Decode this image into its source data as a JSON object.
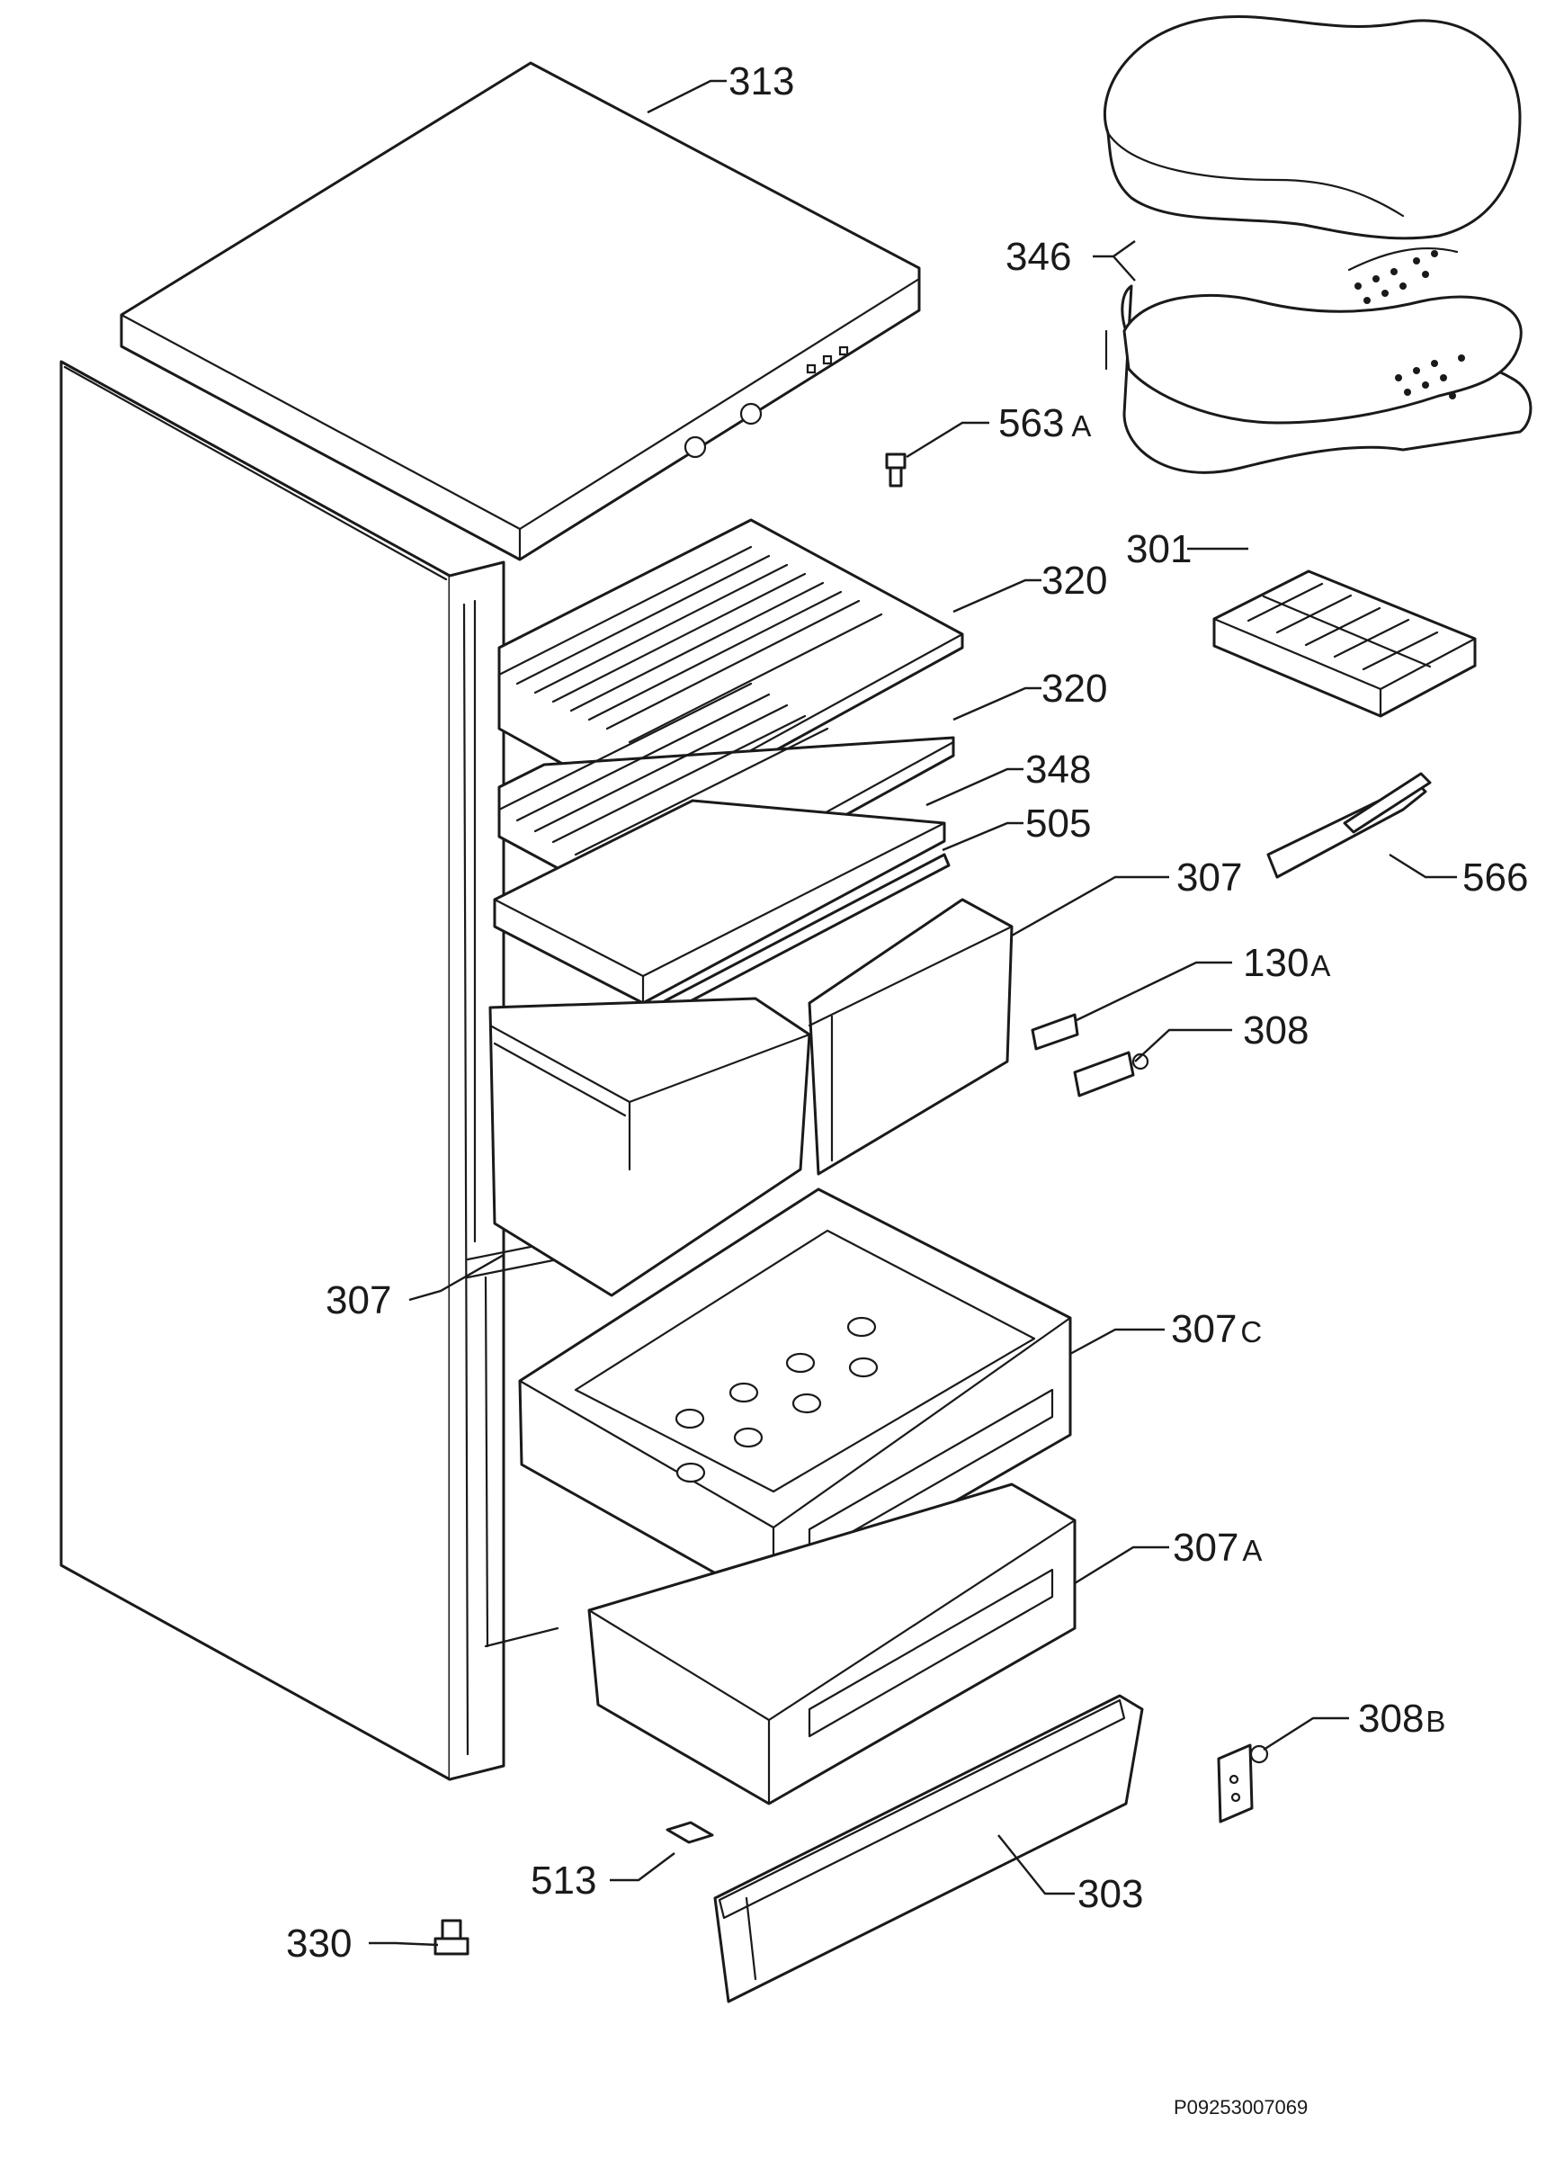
{
  "labels": {
    "l313": "313",
    "l346": "346",
    "l563a_num": "563",
    "l563a_suf": "A",
    "l301": "301",
    "l320a": "320",
    "l320b": "320",
    "l348": "348",
    "l505": "505",
    "l307_top": "307",
    "l566": "566",
    "l130a_num": "130",
    "l130a_suf": "A",
    "l308": "308",
    "l307_left": "307",
    "l307c_num": "307",
    "l307c_suf": "C",
    "l307a_num": "307",
    "l307a_suf": "A",
    "l308b_num": "308",
    "l308b_suf": "B",
    "l513": "513",
    "l303": "303",
    "l330": "330"
  },
  "drawing_code": "P09253007069"
}
